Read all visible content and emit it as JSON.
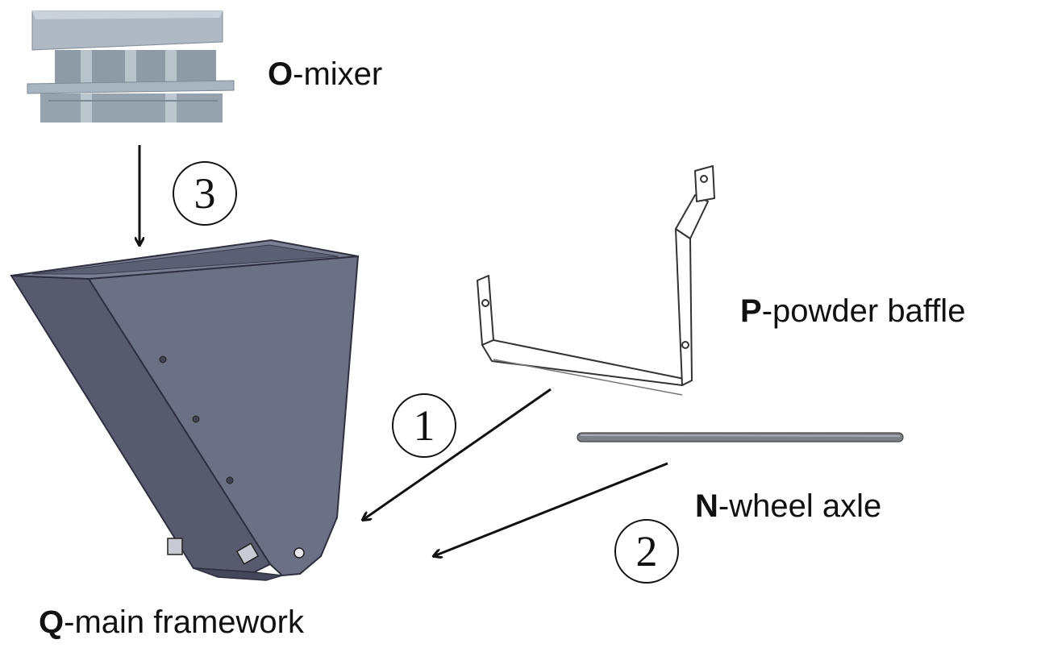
{
  "parts": [
    {
      "letter": "O",
      "name": "-mixer"
    },
    {
      "letter": "P",
      "name": "-powder baffle"
    },
    {
      "letter": "N",
      "name": "-wheel axle"
    },
    {
      "letter": "Q",
      "name": "-main framework"
    }
  ],
  "steps": [
    "1",
    "2",
    "3"
  ],
  "colors": {
    "framework_dark": "#55586a",
    "framework_face": "#6b6f82",
    "mixer": "#9aa7b2",
    "axle": "#7b8087",
    "ink": "#111111"
  }
}
